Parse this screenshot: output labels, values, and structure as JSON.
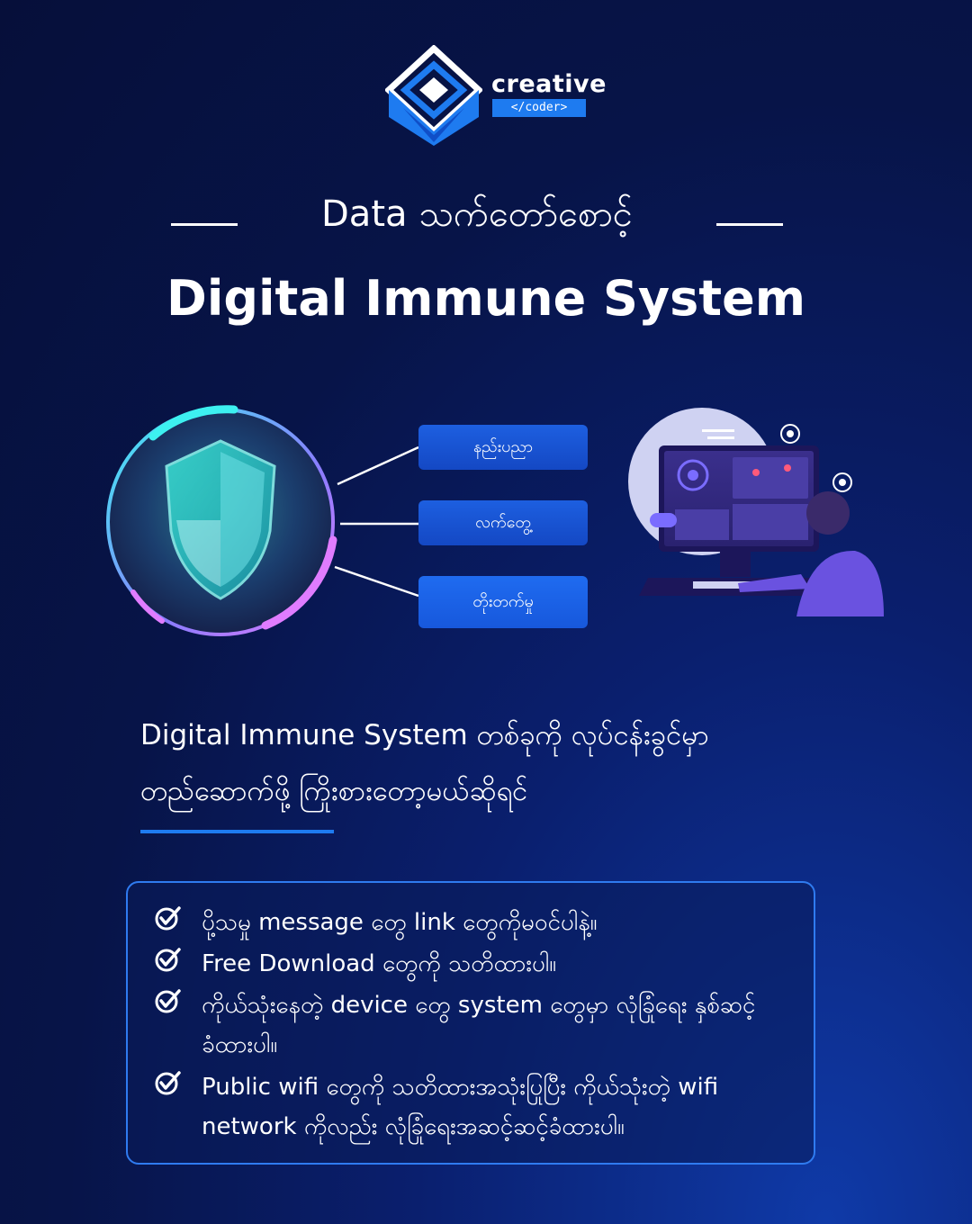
{
  "brand": {
    "word": "creative",
    "tag": "</coder>",
    "colors": {
      "accent": "#1e7bf0",
      "background": "#071448"
    }
  },
  "header": {
    "subtitle": "Data သက်တော်စောင့်",
    "title": "Digital Immune System"
  },
  "diagram": {
    "items": [
      {
        "label": "နည်းပညာ"
      },
      {
        "label": "လက်တွေ့"
      },
      {
        "label": "တိုးတက်မှု"
      }
    ],
    "icons": [
      "shield-icon",
      "monitor-analyst-icon"
    ]
  },
  "intro": {
    "line1": "Digital Immune System တစ်ခုကို လုပ်ငန်းခွင်မှာ",
    "line2": "တည်ဆောက်ဖို့ ကြိုးစားတော့မယ်ဆိုရင်"
  },
  "tips": [
    {
      "text": "ပို့သမှု message တွေ link တွေကိုမဝင်ပါနဲ့။"
    },
    {
      "text": "Free Download တွေကို သတိထားပါ။"
    },
    {
      "text": "ကိုယ်သုံးနေတဲ့ device တွေ system တွေမှာ လုံခြုံရေး နှစ်ဆင့်ခံထားပါ။"
    },
    {
      "text": "Public wifi တွေကို သတိထားအသုံးပြုပြီး ကိုယ်သုံးတဲ့ wifi network ကိုလည်း လုံခြုံရေးအဆင့်ဆင့်ခံထားပါ။"
    }
  ]
}
